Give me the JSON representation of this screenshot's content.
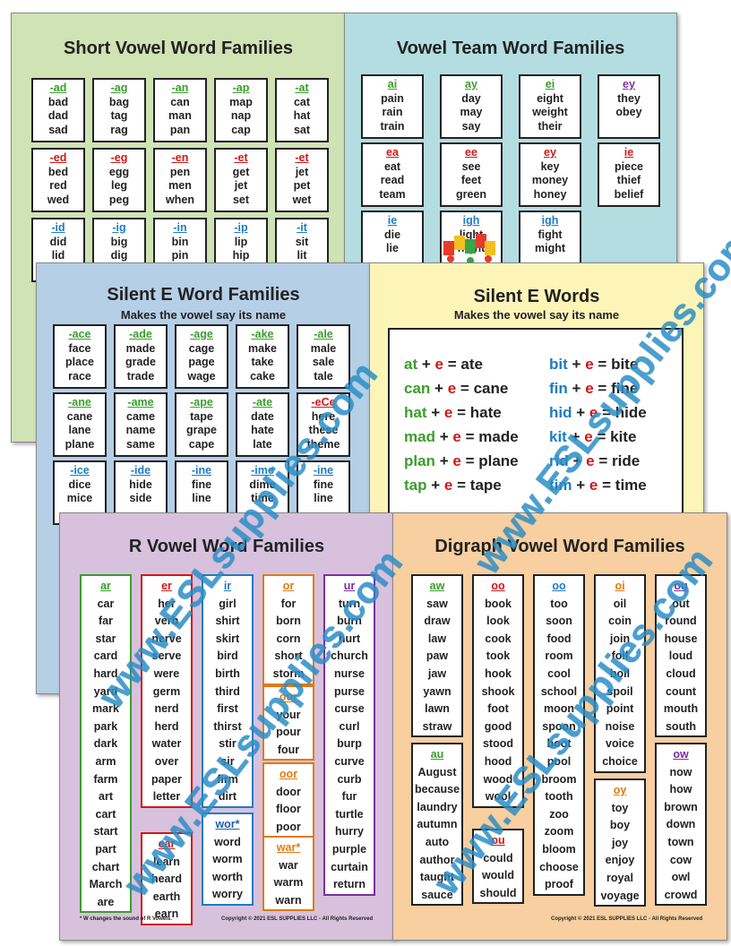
{
  "sheets": {
    "short": {
      "title": "Short Vowel Word Families"
    },
    "vteam": {
      "title": "Vowel Team Word Families"
    },
    "silente": {
      "title": "Silent E  Word Families",
      "subtitle": "Makes the vowel say its name"
    },
    "silentwords": {
      "title": "Silent E Words",
      "subtitle": "Makes the vowel say its name"
    },
    "rvowel": {
      "title": "R Vowel Word Families",
      "footnote": "* W changes the sound of R Vowels.",
      "copyright": "Copyright © 2021 ESL SUPPLIES LLC - All Rights Reserved"
    },
    "digraph": {
      "title": "Digraph Vowel Word Families",
      "copyright": "Copyright © 2021 ESL SUPPLIES LLC - All Rights Reserved"
    }
  },
  "short_cards": [
    [
      "-ad",
      "bad",
      "dad",
      "sad"
    ],
    [
      "-ag",
      "bag",
      "tag",
      "rag"
    ],
    [
      "-an",
      "can",
      "man",
      "pan"
    ],
    [
      "-ap",
      "map",
      "nap",
      "cap"
    ],
    [
      "-at",
      "cat",
      "hat",
      "sat"
    ],
    [
      "-ed",
      "bed",
      "red",
      "wed"
    ],
    [
      "-eg",
      "egg",
      "leg",
      "peg"
    ],
    [
      "-en",
      "pen",
      "men",
      "when"
    ],
    [
      "-et",
      "get",
      "jet",
      "set"
    ],
    [
      "-et",
      "jet",
      "pet",
      "wet"
    ],
    [
      "-id",
      "did",
      "lid",
      ""
    ],
    [
      "-ig",
      "big",
      "dig",
      ""
    ],
    [
      "-in",
      "bin",
      "pin",
      ""
    ],
    [
      "-ip",
      "lip",
      "hip",
      ""
    ],
    [
      "-it",
      "sit",
      "lit",
      ""
    ]
  ],
  "vteam_cards": [
    [
      "ai",
      "pain",
      "rain",
      "train"
    ],
    [
      "ay",
      "day",
      "may",
      "say"
    ],
    [
      "ei",
      "eight",
      "weight",
      "their"
    ],
    [
      "ey",
      "they",
      "obey",
      ""
    ],
    [
      "ea",
      "eat",
      "read",
      "team"
    ],
    [
      "ee",
      "see",
      "feet",
      "green"
    ],
    [
      "ey",
      "key",
      "money",
      "honey"
    ],
    [
      "ie",
      "piece",
      "thief",
      "belief"
    ],
    [
      "ie",
      "die",
      "lie",
      ""
    ],
    [
      "igh",
      "light",
      "night",
      ""
    ],
    [
      "igh",
      "fight",
      "might",
      ""
    ]
  ],
  "silente_cards": [
    [
      "-ace",
      "face",
      "place",
      "race"
    ],
    [
      "-ade",
      "made",
      "grade",
      "trade"
    ],
    [
      "-age",
      "cage",
      "page",
      "wage"
    ],
    [
      "-ake",
      "make",
      "take",
      "cake"
    ],
    [
      "-ale",
      "male",
      "sale",
      "tale"
    ],
    [
      "-ane",
      "cane",
      "lane",
      "plane"
    ],
    [
      "-ame",
      "came",
      "name",
      "same"
    ],
    [
      "-ape",
      "tape",
      "grape",
      "cape"
    ],
    [
      "-ate",
      "date",
      "hate",
      "late"
    ],
    [
      "-eCe",
      "here",
      "these",
      "theme"
    ],
    [
      "-ice",
      "dice",
      "mice",
      ""
    ],
    [
      "-ide",
      "hide",
      "side",
      ""
    ],
    [
      "-ine",
      "fine",
      "line",
      ""
    ],
    [
      "-ime",
      "dime",
      "time",
      ""
    ],
    [
      "-ine",
      "fine",
      "line",
      ""
    ]
  ],
  "silent_words": [
    [
      "at",
      "e",
      "ate"
    ],
    [
      "can",
      "e",
      "cane"
    ],
    [
      "hat",
      "e",
      "hate"
    ],
    [
      "mad",
      "e",
      "made"
    ],
    [
      "plan",
      "e",
      "plane"
    ],
    [
      "tap",
      "e",
      "tape"
    ],
    [
      "bit",
      "e",
      "bite"
    ],
    [
      "fin",
      "e",
      "fine"
    ],
    [
      "hid",
      "e",
      "hide"
    ],
    [
      "kit",
      "e",
      "kite"
    ],
    [
      "rid",
      "e",
      "ride"
    ],
    [
      "tim",
      "e",
      "time"
    ]
  ],
  "r_columns": [
    [
      "ar",
      "car",
      "far",
      "star",
      "card",
      "hard",
      "yard",
      "mark",
      "park",
      "dark",
      "arm",
      "farm",
      "art",
      "cart",
      "start",
      "part",
      "chart",
      "March",
      "are"
    ],
    [
      "er",
      "her",
      "verb",
      "nerve",
      "serve",
      "were",
      "germ",
      "nerd",
      "herd",
      "water",
      "over",
      "paper",
      "letter"
    ],
    [
      "ear",
      "learn",
      "heard",
      "earth",
      "earn"
    ],
    [
      "ir",
      "girl",
      "shirt",
      "skirt",
      "bird",
      "birth",
      "third",
      "first",
      "thirst",
      "stir",
      "sir",
      "firm",
      "dirt"
    ],
    [
      "wor*",
      "word",
      "worm",
      "worth",
      "worry"
    ],
    [
      "or",
      "for",
      "born",
      "corn",
      "short",
      "storm"
    ],
    [
      "our",
      "your",
      "pour",
      "four"
    ],
    [
      "oor",
      "door",
      "floor",
      "poor"
    ],
    [
      "war*",
      "war",
      "warm",
      "warn"
    ],
    [
      "ur",
      "turn",
      "burn",
      "hurt",
      "church",
      "nurse",
      "purse",
      "curse",
      "curl",
      "burp",
      "curve",
      "curb",
      "fur",
      "turtle",
      "hurry",
      "purple",
      "curtain",
      "return"
    ]
  ],
  "d_columns": [
    [
      "aw",
      "saw",
      "draw",
      "law",
      "paw",
      "jaw",
      "yawn",
      "lawn",
      "straw"
    ],
    [
      "au",
      "August",
      "because",
      "laundry",
      "autumn",
      "auto",
      "author",
      "taught",
      "sauce"
    ],
    [
      "oo",
      "book",
      "look",
      "cook",
      "took",
      "hook",
      "shook",
      "foot",
      "good",
      "stood",
      "hood",
      "wood",
      "wool"
    ],
    [
      "ou",
      "could",
      "would",
      "should"
    ],
    [
      "oo",
      "too",
      "soon",
      "food",
      "room",
      "cool",
      "school",
      "moon",
      "spoon",
      "boot",
      "pool",
      "broom",
      "tooth",
      "zoo",
      "zoom",
      "bloom",
      "choose",
      "proof"
    ],
    [
      "oi",
      "oil",
      "coin",
      "join",
      "foil",
      "boil",
      "spoil",
      "point",
      "noise",
      "voice",
      "choice"
    ],
    [
      "oy",
      "toy",
      "boy",
      "joy",
      "enjoy",
      "royal",
      "voyage"
    ],
    [
      "ou",
      "out",
      "round",
      "house",
      "loud",
      "cloud",
      "count",
      "mouth",
      "south"
    ],
    [
      "ow",
      "now",
      "how",
      "brown",
      "down",
      "town",
      "cow",
      "owl",
      "crowd"
    ]
  ],
  "ops": {
    "plus": "+",
    "equals": "="
  },
  "watermark": "www.ESLsupplies.com",
  "colors": {
    "green_sheet": "#cfe3b4",
    "blue_sheet": "#b4dde2",
    "silente_sheet": "#b5cfe7",
    "yellow_sheet": "#fdf5b8",
    "purple_sheet": "#d8c1dd",
    "orange_sheet": "#f7cfa0"
  }
}
